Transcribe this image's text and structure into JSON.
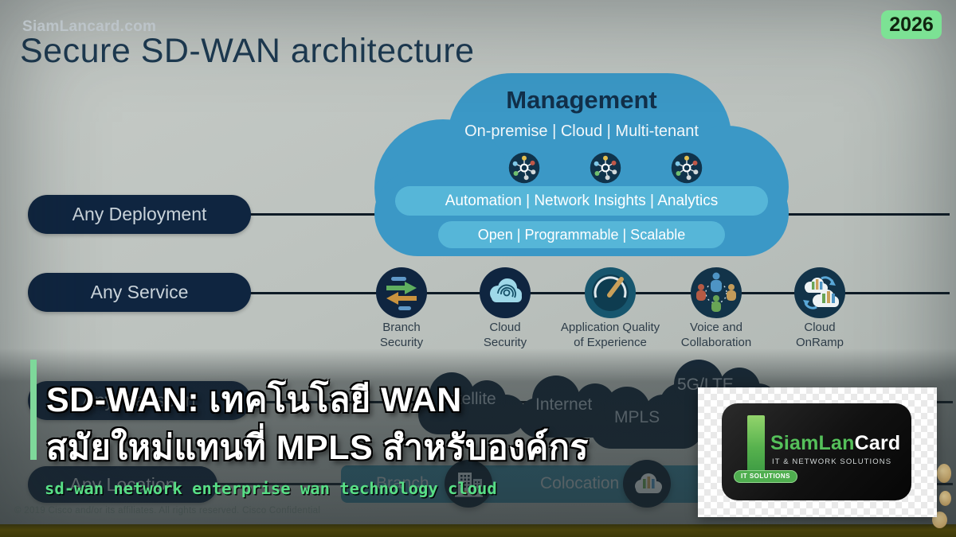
{
  "meta": {
    "watermark": "SiamLancard.com",
    "year_badge": "2026",
    "title": "Secure SD-WAN architecture",
    "copyright": "© 2019  Cisco and/or its affiliates. All rights reserved.    Cisco Confidential"
  },
  "management_cloud": {
    "title": "Management",
    "subtitle": "On-premise | Cloud | Multi-tenant",
    "pill1": "Automation | Network Insights | Analytics",
    "pill2": "Open | Programmable | Scalable"
  },
  "rows": {
    "deployment": "Any Deployment",
    "service": "Any Service",
    "transport": "Any Transport",
    "location": "Any Location"
  },
  "services": [
    {
      "line1": "Branch",
      "line2": "Security"
    },
    {
      "line1": "Cloud",
      "line2": "Security"
    },
    {
      "line1": "Application Quality",
      "line2": "of Experience"
    },
    {
      "line1": "Voice and",
      "line2": "Collaboration"
    },
    {
      "line1": "Cloud",
      "line2": "OnRamp"
    }
  ],
  "transports": {
    "satellite": "Satellite",
    "internet": "Internet",
    "mpls": "MPLS",
    "fiveg": "5G/LTE"
  },
  "locations": {
    "branch": "Branch",
    "colocation": "Colocation"
  },
  "overlay": {
    "thai_line1": "SD-WAN: เทคโนโลยี WAN",
    "thai_line2": "สมัยใหม่แทนที่ MPLS สำหรับองค์กร",
    "keywords": "sd-wan network enterprise wan technology cloud"
  },
  "logo": {
    "brand_green": "SiamLan",
    "brand_white": "Card",
    "tagline": "IT & NETWORK SOLUTIONS",
    "badge": "IT SOLUTIONS"
  },
  "colors": {
    "accent_green": "#7ed89a",
    "keyword_green": "#58de86",
    "badge_green": "#7ce294",
    "cloud_blue": "#3b98c6",
    "navy_pill": "#0f2540",
    "title_navy": "#1d3a52"
  }
}
